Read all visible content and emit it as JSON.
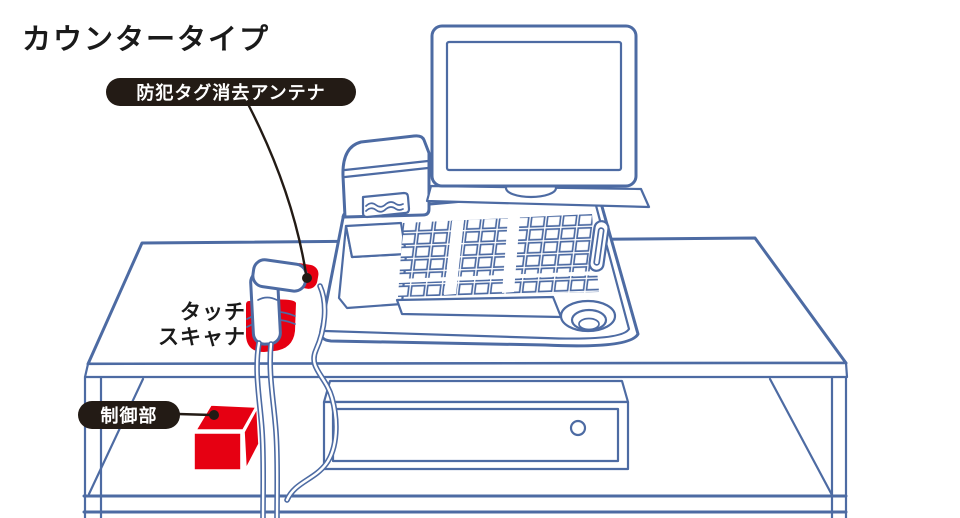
{
  "title": "カウンタータイプ",
  "labels": {
    "antenna": "防犯タグ消去アンテナ",
    "scanner_line1": "タッチ",
    "scanner_line2": "スキャナ",
    "controller": "制御部"
  },
  "colors": {
    "line_blue": "#4d6ba3",
    "accent_red": "#e60012",
    "label_black": "#231b15"
  }
}
